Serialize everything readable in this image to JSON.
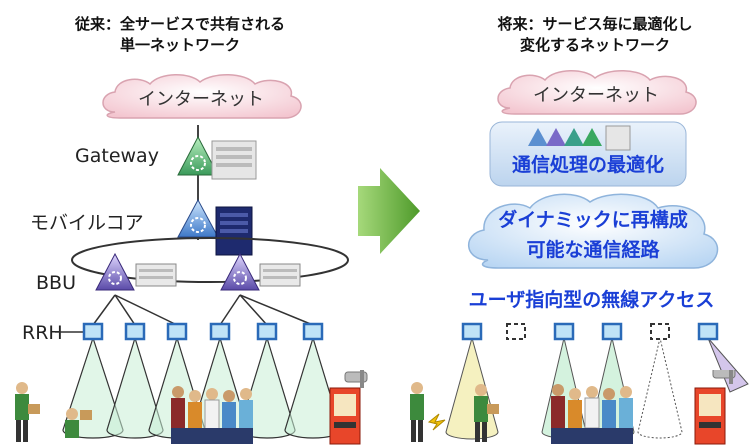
{
  "left": {
    "heading_line1": "従来：全サービスで共有される",
    "heading_line2": "単一ネットワーク",
    "internet": "インターネット",
    "gateway": "Gateway",
    "mobile_core": "モバイルコア",
    "bbu": "BBU",
    "rrh": "RRH"
  },
  "right": {
    "heading_line1": "将来：サービス毎に最適化し",
    "heading_line2": "変化するネットワーク",
    "internet": "インターネット",
    "optimization": "通信処理の最適化",
    "dynamic_line1": "ダイナミックに再構成",
    "dynamic_line2": "可能な通信経路",
    "user_access": "ユーザ指向型の無線アクセス"
  },
  "colors": {
    "accent_blue": "#1a3fd6",
    "arrow_green": "#6fb43f",
    "cloud_pink": "#f8d6dc",
    "cloud_blue": "#cfe3f7",
    "rrh_fill": "#bfe3f7",
    "beam_green": "#c9efd6",
    "beam_yellow": "#f3eeb0",
    "beam_purple": "#c9b8e6"
  }
}
